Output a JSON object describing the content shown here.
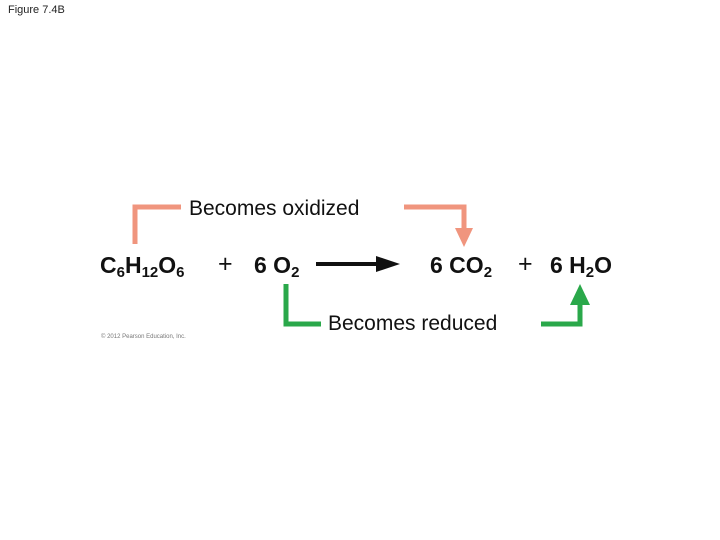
{
  "figure_caption": "Figure 7.4B",
  "oxidized_label": "Becomes oxidized",
  "reduced_label": "Becomes reduced",
  "equation": {
    "glucose": {
      "c": "C",
      "c_sub": "6",
      "h": "H",
      "h_sub": "12",
      "o": "O",
      "o_sub": "6"
    },
    "plus1": "+",
    "oxygen": {
      "coef": "6 O",
      "sub": "2"
    },
    "co2": {
      "coef": "6 CO",
      "sub": "2"
    },
    "plus2": "+",
    "water": {
      "coef": "6 H",
      "sub": "2",
      "tail": "O"
    }
  },
  "copyright": "© 2012 Pearson Education, Inc.",
  "colors": {
    "oxidized_arrow": "#f0957e",
    "reduced_arrow": "#2aa84a",
    "reaction_arrow": "#111111"
  }
}
